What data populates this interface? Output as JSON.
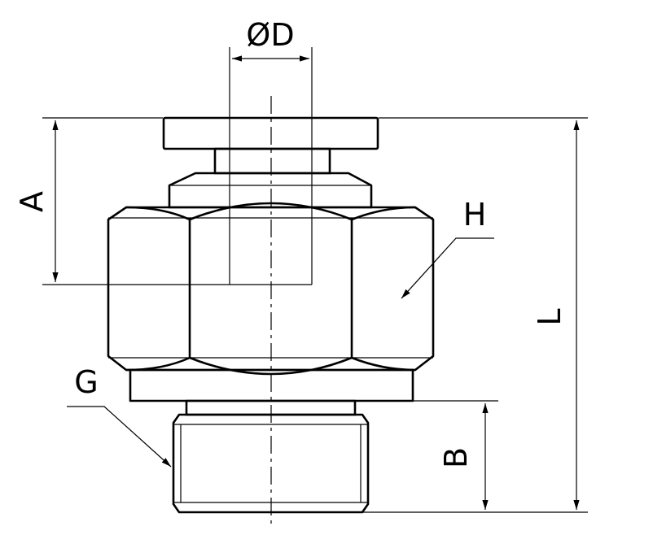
{
  "drawing": {
    "colors": {
      "line": "#000000",
      "background": "#ffffff"
    },
    "labels": {
      "diameter": "ØD",
      "A": "A",
      "H": "H",
      "L": "L",
      "G": "G",
      "B": "B"
    }
  }
}
